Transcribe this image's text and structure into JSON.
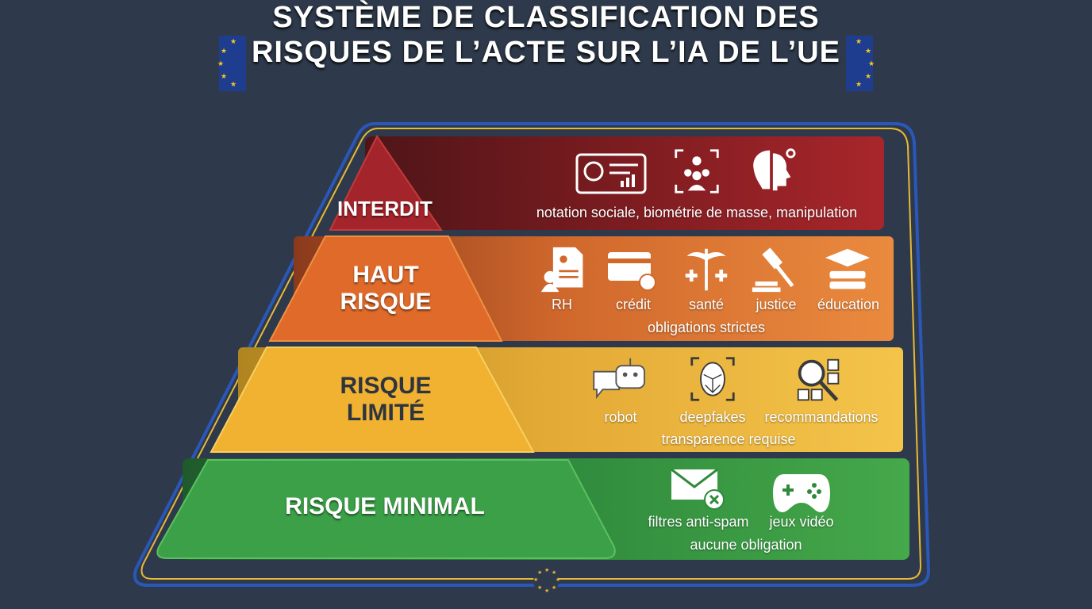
{
  "title": {
    "line1": "SYSTÈME DE CLASSIFICATION DES",
    "line2": "RISQUES DE L’ACTE SUR L’IA DE L’UE"
  },
  "colors": {
    "background": "#2e3a4b",
    "frame_gold": "#e8b936",
    "frame_blue": "#2a57b8",
    "interdit": "#a3242a",
    "haut": "#e5712c",
    "limite": "#f3bf3a",
    "minimal": "#3fa64a"
  },
  "tiers": [
    {
      "id": "interdit",
      "label": "INTERDIT",
      "icons": [
        "social-score-card-icon",
        "mass-surveillance-icon",
        "brain-gear-icon"
      ],
      "items": [],
      "summary": "notation sociale, biométrie de masse, manipulation"
    },
    {
      "id": "haut",
      "label": "HAUT RISQUE",
      "icons": [
        "resume-icon",
        "credit-card-icon",
        "caduceus-icon",
        "gavel-icon",
        "graduation-cap-icon"
      ],
      "items": [
        "RH",
        "crédit",
        "santé",
        "justice",
        "éducation"
      ],
      "summary": "obligations strictes"
    },
    {
      "id": "limite",
      "label": "RISQUE LIMITÉ",
      "icons": [
        "chatbot-icon",
        "face-scan-icon",
        "magnifier-grid-icon"
      ],
      "items": [
        "robot",
        "deepfakes",
        "recommandations"
      ],
      "summary": "transparence requise"
    },
    {
      "id": "minimal",
      "label": "RISQUE MINIMAL",
      "icons": [
        "spam-mail-icon",
        "gamepad-icon"
      ],
      "items": [
        "filtres anti-spam",
        "jeux vidéo"
      ],
      "summary": "aucune obligation"
    }
  ]
}
